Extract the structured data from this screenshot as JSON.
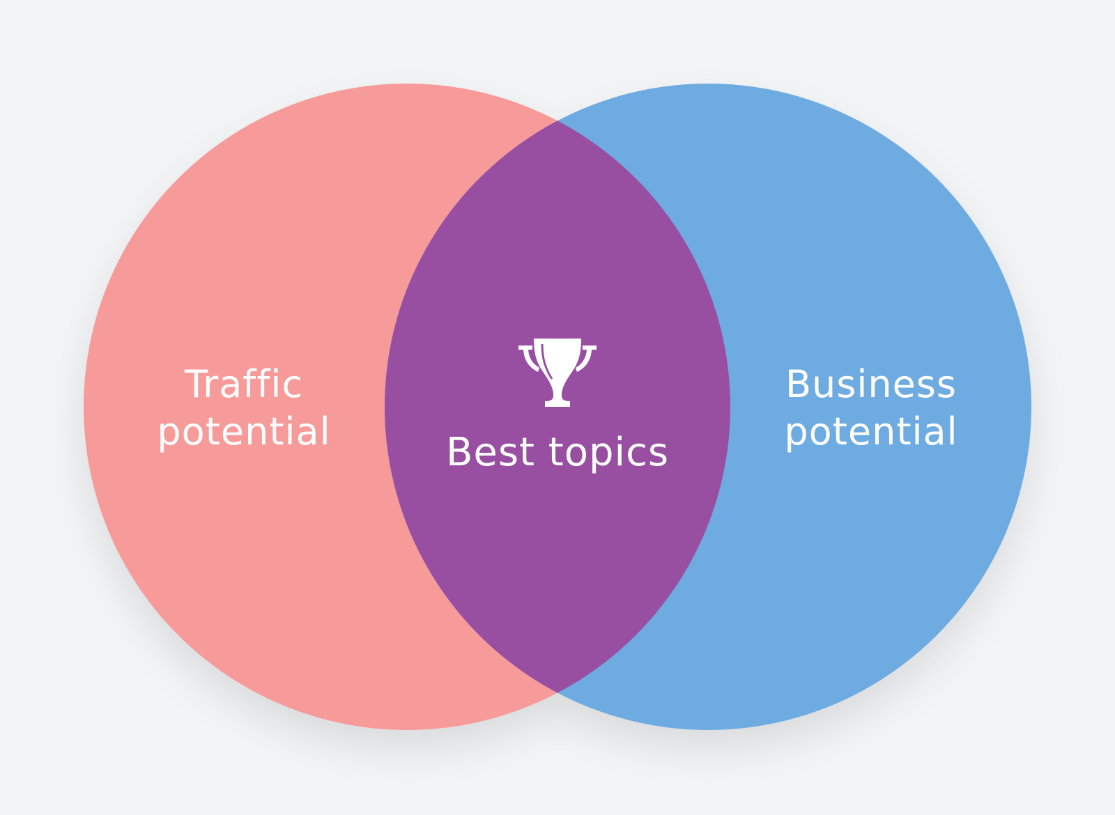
{
  "diagram": {
    "type": "venn",
    "colors": {
      "background": "#f3f4f6",
      "left_circle": "#f79a9a",
      "right_circle": "#6dabe1",
      "intersection": "#984fa2",
      "text": "#ffffff"
    },
    "left_set": {
      "line1": "Traffic",
      "line2": "potential"
    },
    "right_set": {
      "line1": "Business",
      "line2": "potential"
    },
    "intersection": {
      "icon": "trophy-icon",
      "label": "Best topics"
    }
  }
}
